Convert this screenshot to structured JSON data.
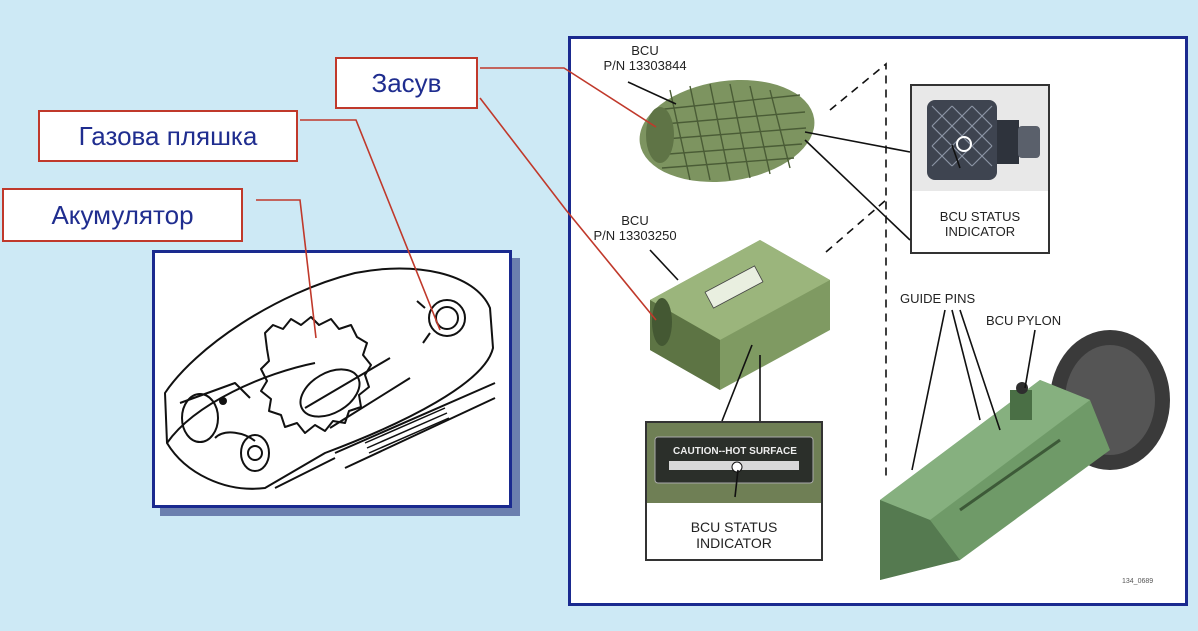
{
  "callouts": {
    "zasuv": "Засув",
    "gas_bottle": "Газова пляшка",
    "accumulator": "Акумулятор"
  },
  "right_panel": {
    "bcu_top_name": "BCU",
    "bcu_top_pn": "P/N 13303844",
    "bcu_bottom_name": "BCU",
    "bcu_bottom_pn": "P/N 13303250",
    "status_indicator_top_l1": "BCU STATUS",
    "status_indicator_top_l2": "INDICATOR",
    "status_indicator_bottom_l1": "BCU STATUS",
    "status_indicator_bottom_l2": "INDICATOR",
    "caution_label": "CAUTION--HOT SURFACE",
    "guide_pins": "GUIDE PINS",
    "bcu_pylon": "BCU PYLON",
    "figure_id": "134_0689"
  },
  "colors": {
    "background": "#cde9f5",
    "callout_border": "#c0392b",
    "callout_text": "#1f2d8f",
    "panel_border": "#1a2a8f",
    "bcu_green": "#7d9460"
  }
}
